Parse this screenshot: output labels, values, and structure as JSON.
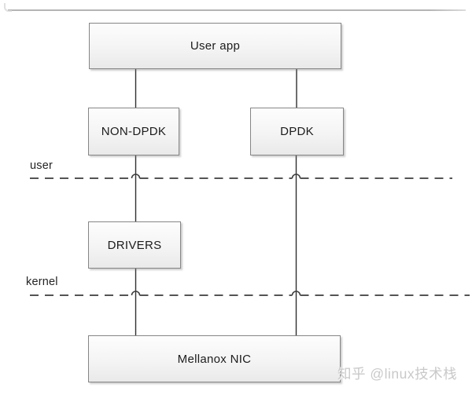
{
  "watermark": "知乎 @linux技术栈",
  "diagram": {
    "nodes": [
      {
        "id": "user-app",
        "label": "User app"
      },
      {
        "id": "non-dpdk",
        "label": "NON-DPDK"
      },
      {
        "id": "dpdk",
        "label": "DPDK"
      },
      {
        "id": "drivers",
        "label": "DRIVERS"
      },
      {
        "id": "mellanox-nic",
        "label": "Mellanox NIC"
      }
    ],
    "boundaries": [
      {
        "id": "user-space",
        "label": "user"
      },
      {
        "id": "kernel-space",
        "label": "kernel"
      }
    ],
    "edges": [
      {
        "from": "user-app",
        "to": "non-dpdk"
      },
      {
        "from": "user-app",
        "to": "dpdk"
      },
      {
        "from": "non-dpdk",
        "to": "drivers"
      },
      {
        "from": "drivers",
        "to": "mellanox-nic"
      },
      {
        "from": "dpdk",
        "to": "mellanox-nic"
      }
    ]
  },
  "colors": {
    "node_border": "#868686",
    "node_fill_top": "#fdfdfd",
    "node_fill_bottom": "#e9e9e9",
    "connector": "#2f2f2f",
    "boundary_line": "#3d3d3d",
    "top_rule": "#b4b4b4",
    "watermark": "#c9c9c9"
  }
}
